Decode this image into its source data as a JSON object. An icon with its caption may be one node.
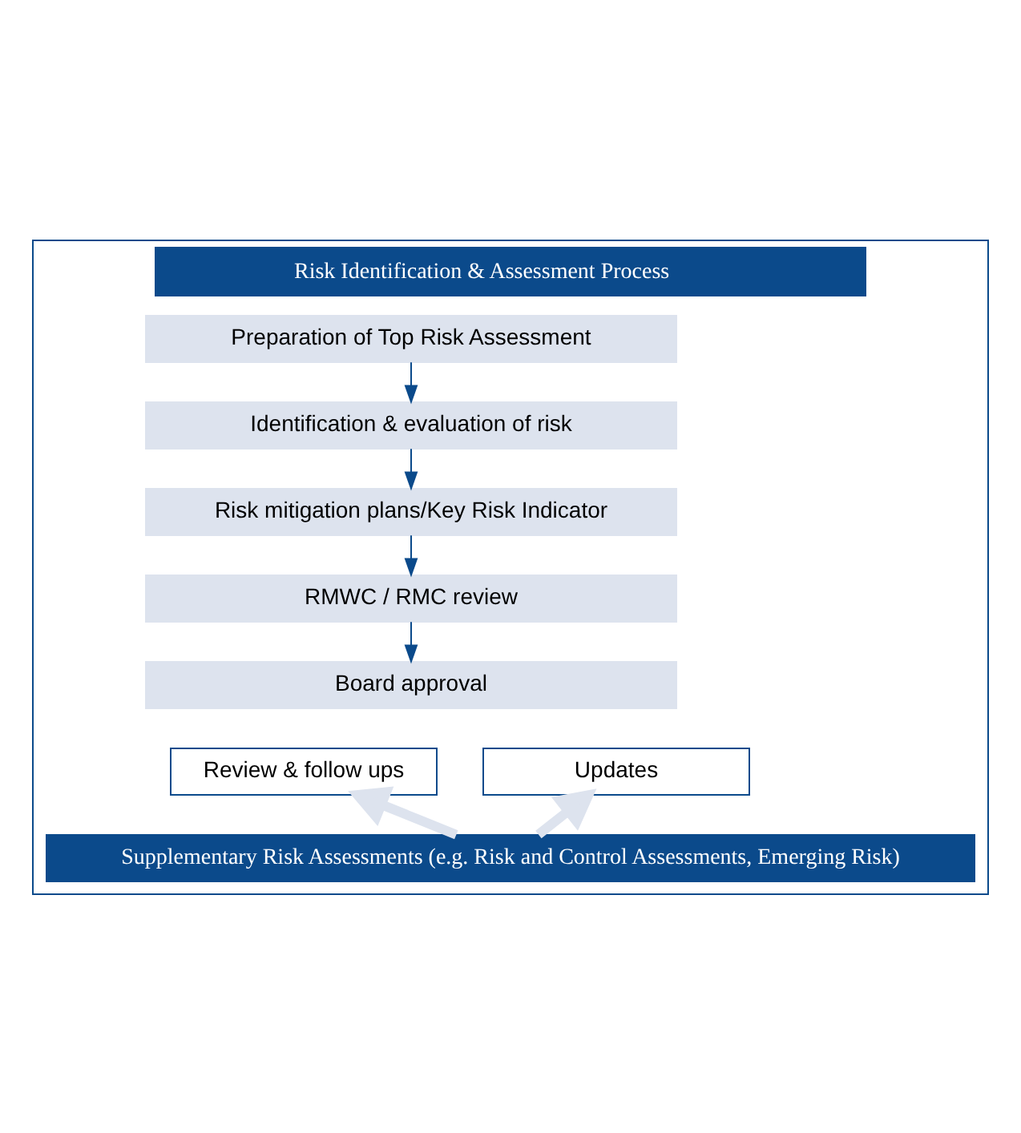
{
  "diagram": {
    "nodes": [
      {
        "text": [
          "Risk Identification & Assessment Process"
        ]
      },
      {
        "text": [
          "Preparation of Top Risk Assessment"
        ],
        "in": 0
      },
      {
        "text": [
          "Identification & evaluation of risk"
        ],
        "in": 0
      },
      {
        "text": [
          "Risk mitigation plans/Key Risk Indicator"
        ],
        "in": 0
      },
      {
        "text": [
          "RMWC / RMC review"
        ],
        "in": 0
      },
      {
        "text": [
          "Board approval"
        ],
        "in": 0
      },
      {
        "text": [
          "Review & follow ups"
        ],
        "in": 0
      },
      {
        "text": [
          "Updates"
        ],
        "in": 0
      },
      {
        "text": [
          "Supplementary Risk Assessments (e.g. Risk and Control Assessments, Emerging Risk)"
        ],
        "in": 0
      }
    ],
    "edges": [
      {
        "from": 1,
        "to": 2,
        "arrow": "to"
      },
      {
        "from": 2,
        "to": 3,
        "arrow": "to"
      },
      {
        "from": 3,
        "to": 4,
        "arrow": "to"
      },
      {
        "from": 4,
        "to": 5,
        "arrow": "to"
      },
      {
        "from": 8,
        "to": 6,
        "arrow": "to",
        "style": "thick",
        "color": "#dde3ee"
      },
      {
        "from": 8,
        "to": 7,
        "arrow": "to",
        "style": "thick",
        "color": "#dde3ee"
      }
    ]
  }
}
